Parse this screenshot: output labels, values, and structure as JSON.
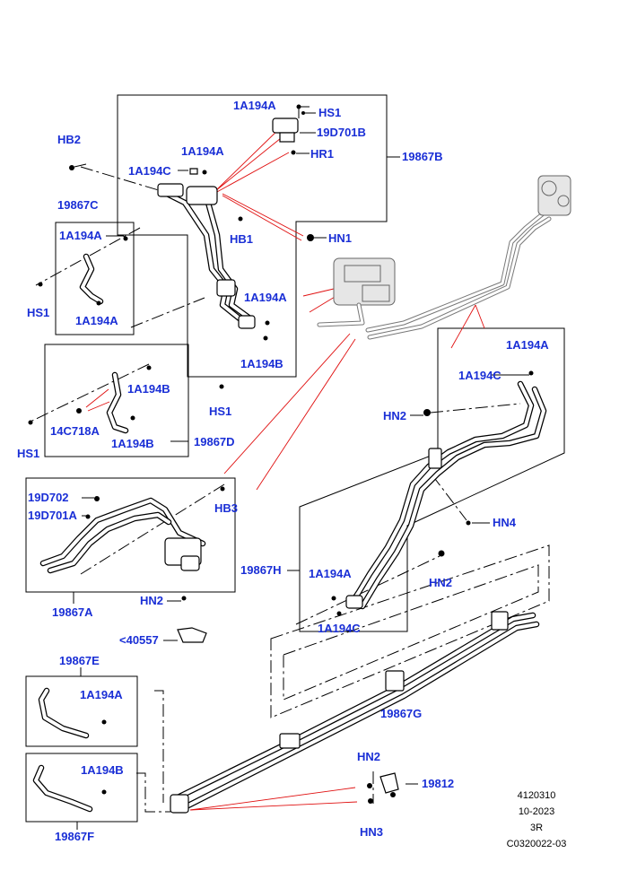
{
  "labels": {
    "hb2": "HB2",
    "c19867c": "19867C",
    "a1194a_c1": "1A194A",
    "hs1_left": "HS1",
    "a1194a_c2": "1A194A",
    "a1194a_top": "1A194A",
    "hs1_top": "HS1",
    "d19d701b": "19D701B",
    "hr1": "HR1",
    "c19867b": "19867B",
    "a1194a_mid": "1A194A",
    "a1194c_top": "1A194C",
    "hb1": "HB1",
    "hn1": "HN1",
    "a1194a_b": "1A194A",
    "a1194b_b": "1A194B",
    "hs1_mid": "HS1",
    "a1194b_d1": "1A194B",
    "c14c718a": "14C718A",
    "a1194b_d2": "1A194B",
    "c19867d": "19867D",
    "hs1_d": "HS1",
    "d19d702": "19D702",
    "d19d701a": "19D701A",
    "hb3": "HB3",
    "hn2_a": "HN2",
    "p40557": "<40557",
    "c19867a": "19867A",
    "a1194a_h1": "1A194A",
    "a1194c_h1": "1A194C",
    "hn2_h": "HN2",
    "hn4": "HN4",
    "c19867h": "19867H",
    "hn2_g": "HN2",
    "a1194a_h2": "1A194A",
    "a1194c_h2": "1A194C",
    "c19867g": "19867G",
    "c19867e": "19867E",
    "a1194a_e": "1A194A",
    "c19867f": "19867F",
    "a1194b_f": "1A194B",
    "hn2_bottom": "HN2",
    "c19812": "19812",
    "hn3": "HN3"
  },
  "footer": {
    "line1": "4120310",
    "line2": "10-2023",
    "line3": "3R",
    "line4": "C0320022-03"
  },
  "colors": {
    "label": "#1a2fd6",
    "callout": "#e01010",
    "line": "#000000"
  }
}
